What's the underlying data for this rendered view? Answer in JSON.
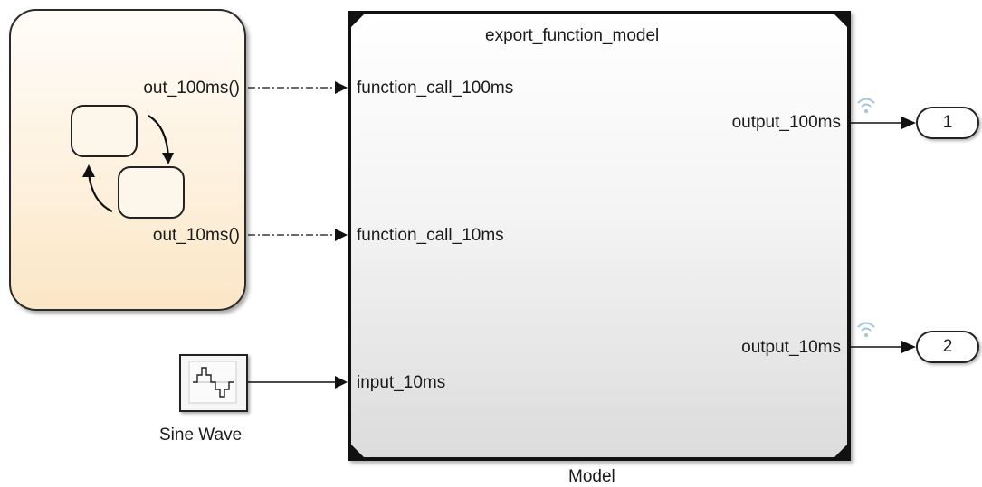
{
  "chart": {
    "port_100ms": "out_100ms()",
    "port_10ms": "out_10ms()"
  },
  "model": {
    "title": "export_function_model",
    "caption": "Model",
    "in_100ms": "function_call_100ms",
    "in_10ms": "function_call_10ms",
    "in_input": "input_10ms",
    "out_100ms": "output_100ms",
    "out_10ms": "output_10ms"
  },
  "sine": {
    "caption": "Sine Wave"
  },
  "outports": [
    {
      "number": "1"
    },
    {
      "number": "2"
    }
  ],
  "colors": {
    "chart_fill": "#fbe6c5",
    "wire": "#111111",
    "signal_icon": "#9fc3e6"
  }
}
